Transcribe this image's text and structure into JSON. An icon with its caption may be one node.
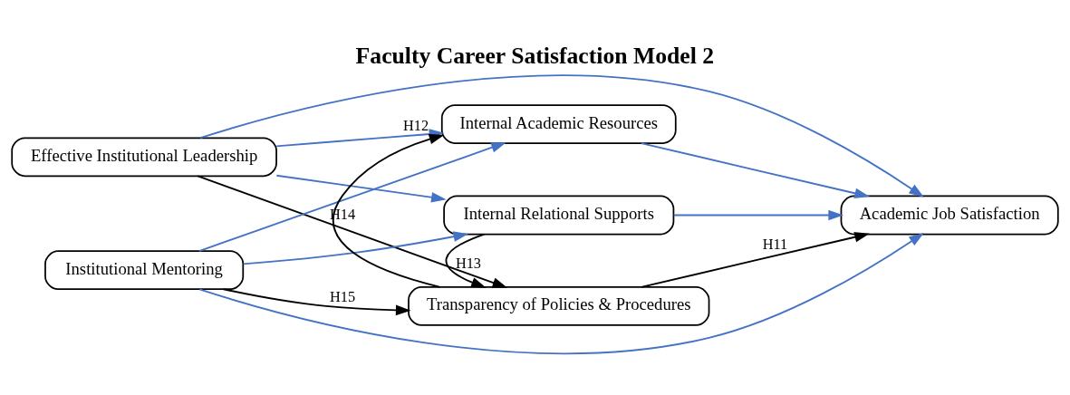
{
  "diagram": {
    "title": "Faculty Career Satisfaction Model 2",
    "nodes": [
      {
        "text": [
          "Effective Institutional Leadership"
        ]
      },
      {
        "text": [
          "Internal Academic Resources"
        ]
      },
      {
        "text": [
          "Academic Job Satisfaction"
        ]
      },
      {
        "text": [
          "Internal Relational Supports"
        ]
      },
      {
        "text": [
          "Institutional Mentoring"
        ]
      },
      {
        "text": [
          "Transparency of Policies & Procedures"
        ]
      }
    ],
    "edges": [
      {
        "from": 0,
        "to": 2,
        "arrow": "to"
      },
      {
        "from": 0,
        "to": 1,
        "arrow": "to"
      },
      {
        "from": 0,
        "to": 3,
        "arrow": "to"
      },
      {
        "from": 0,
        "to": 5,
        "arrow": "to",
        "label": "H14",
        "color": "#000000"
      },
      {
        "from": 4,
        "to": 1,
        "arrow": "to"
      },
      {
        "from": 4,
        "to": 3,
        "arrow": "to"
      },
      {
        "from": 4,
        "to": 5,
        "arrow": "to",
        "label": "H15",
        "color": "#000000"
      },
      {
        "from": 4,
        "to": 2,
        "arrow": "to"
      },
      {
        "from": 1,
        "to": 2,
        "arrow": "to"
      },
      {
        "from": 3,
        "to": 2,
        "arrow": "to"
      },
      {
        "from": 3,
        "to": 5,
        "arrow": "to",
        "label": "H13",
        "color": "#000000"
      },
      {
        "from": 5,
        "to": 1,
        "arrow": "to",
        "label": "H12",
        "color": "#000000"
      },
      {
        "from": 5,
        "to": 2,
        "arrow": "to",
        "label": "H11",
        "color": "#000000"
      }
    ]
  }
}
